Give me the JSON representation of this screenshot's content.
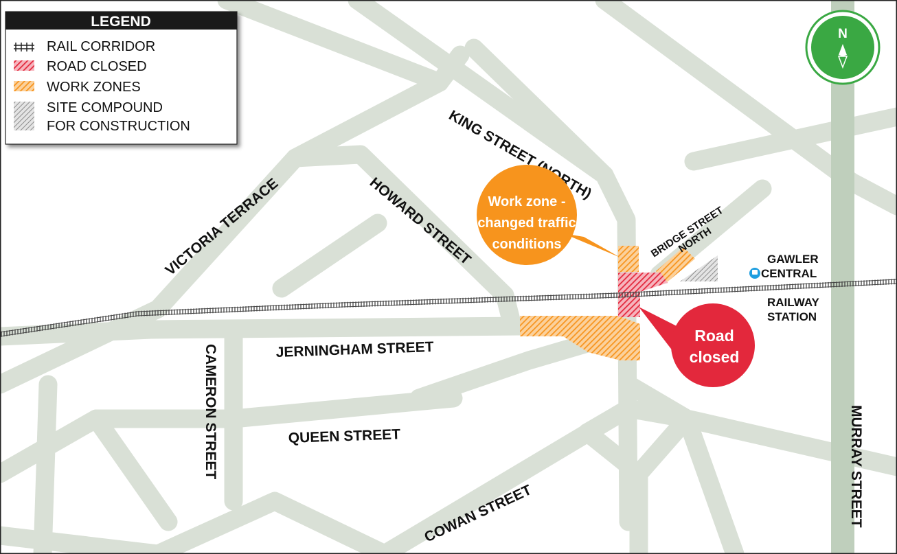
{
  "legend": {
    "title": "LEGEND",
    "items": [
      {
        "key": "rail",
        "label": "RAIL CORRIDOR"
      },
      {
        "key": "closed",
        "label": "ROAD CLOSED"
      },
      {
        "key": "work",
        "label": "WORK ZONES"
      },
      {
        "key": "compound",
        "label_line1": "SITE COMPOUND",
        "label_line2": "FOR CONSTRUCTION"
      }
    ]
  },
  "compass": {
    "label": "N"
  },
  "streets": {
    "king_street": "KING STREET (NORTH)",
    "victoria_terrace": "VICTORIA TERRACE",
    "howard_street": "HOWARD STREET",
    "bridge_street_line1": "BRIDGE STREET",
    "bridge_street_line2": "NORTH",
    "jerningham_street": "JERNINGHAM STREET",
    "cameron_street": "CAMERON STREET",
    "queen_street": "QUEEN STREET",
    "cowan_street": "COWAN STREET",
    "murray_street": "MURRAY STREET"
  },
  "station": {
    "line1": "GAWLER",
    "line2": "CENTRAL",
    "line3": "RAILWAY",
    "line4": "STATION"
  },
  "callouts": {
    "work_zone_line1": "Work zone -",
    "work_zone_line2": "changed traffic",
    "work_zone_line3": "conditions",
    "road_closed_line1": "Road",
    "road_closed_line2": "closed"
  },
  "colors": {
    "road": "#d9e0d6",
    "murray_road": "#bfcfbc",
    "work_zone": "#f7941d",
    "road_closed": "#e3283c",
    "compass_green": "#3aa843",
    "compound": "#8c8c8c",
    "rail": "#444444"
  }
}
